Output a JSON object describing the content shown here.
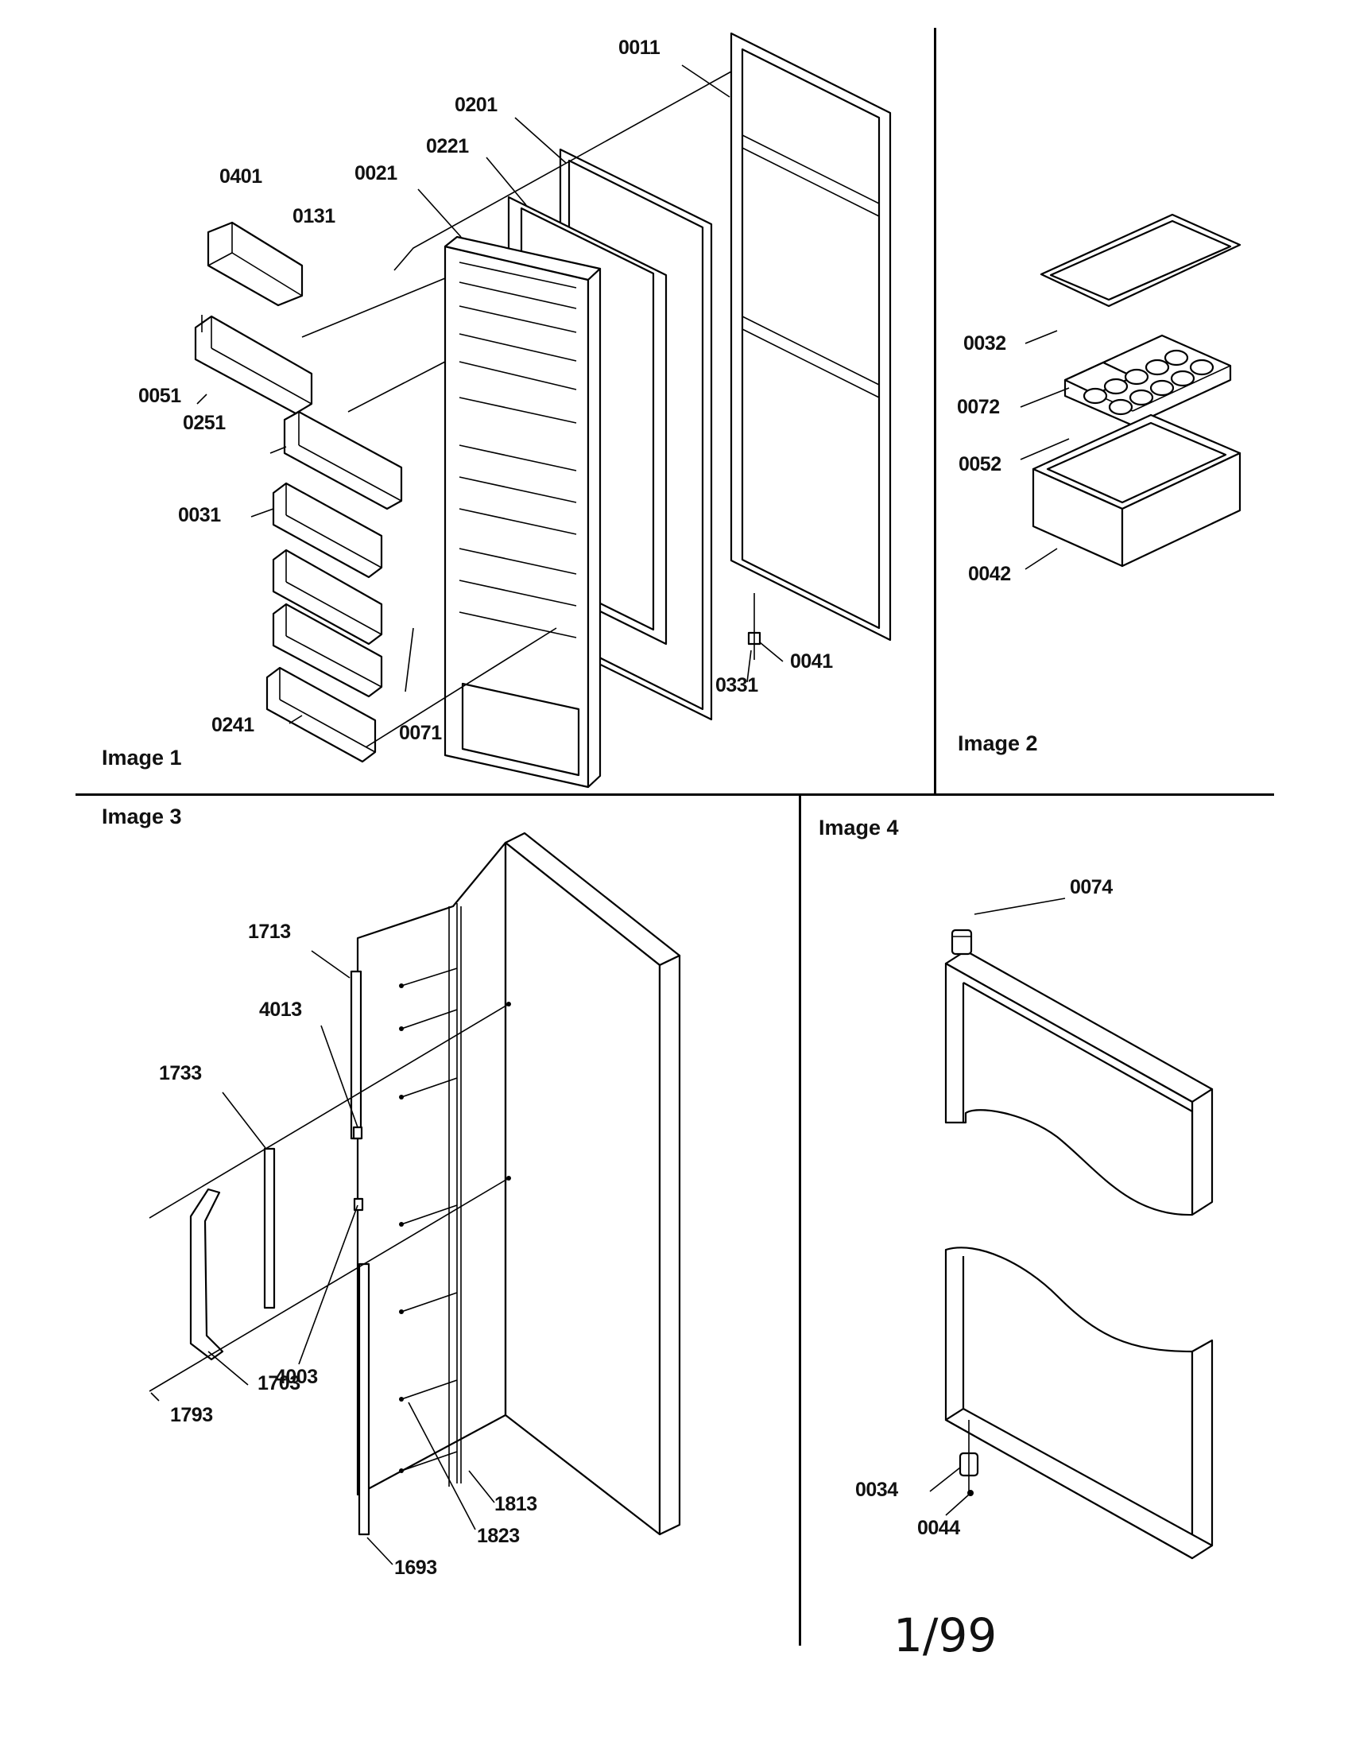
{
  "images": [
    {
      "label": "Image 1",
      "parts": [
        "0011",
        "0201",
        "0221",
        "0021",
        "0131",
        "0401",
        "0051",
        "0251",
        "0031",
        "0071",
        "0241",
        "0331",
        "0041"
      ]
    },
    {
      "label": "Image 2",
      "parts": [
        "0032",
        "0072",
        "0052",
        "0042"
      ]
    },
    {
      "label": "Image 3",
      "parts": [
        "1713",
        "4013",
        "1733",
        "4003",
        "1703",
        "1793",
        "1813",
        "1823",
        "1693"
      ]
    },
    {
      "label": "Image 4",
      "parts": [
        "0074",
        "0034",
        "0044"
      ]
    }
  ],
  "page_number": "1/99"
}
